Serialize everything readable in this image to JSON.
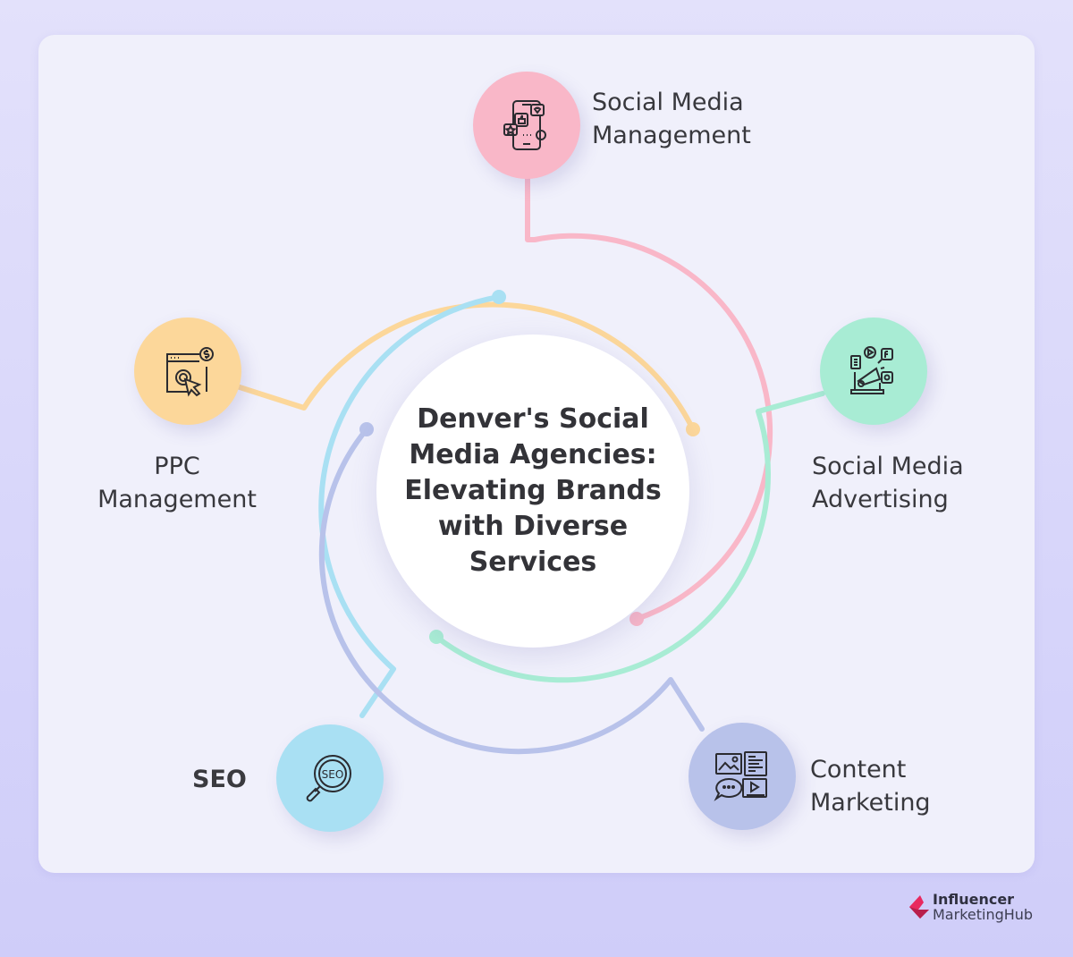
{
  "center": {
    "title": "Denver's Social Media Agencies: Elevating Brands with Diverse Services"
  },
  "services": [
    {
      "id": "social-media-management",
      "label_line1": "Social Media",
      "label_line2": "Management",
      "icon": "smartphone-social-icon",
      "color": "#f9b7c8"
    },
    {
      "id": "ppc-management",
      "label_line1": "PPC",
      "label_line2": "Management",
      "icon": "browser-click-dollar-icon",
      "color": "#fcd79a"
    },
    {
      "id": "social-media-advertising",
      "label_line1": "Social Media",
      "label_line2": "Advertising",
      "icon": "megaphone-laptop-icon",
      "color": "#a8ecd4"
    },
    {
      "id": "seo",
      "label_line1": "SEO",
      "label_line2": "",
      "icon": "magnifier-seo-icon",
      "color": "#a9e0f3"
    },
    {
      "id": "content-marketing",
      "label_line1": "Content",
      "label_line2": "Marketing",
      "icon": "content-grid-icon",
      "color": "#b8c2ea"
    }
  ],
  "seo_icon_text": "SEO",
  "branding": {
    "line1": "Influencer",
    "line2": "MarketingHub",
    "accent": "#e8295f"
  },
  "colors": {
    "background": "#d9d7fa",
    "card": "#f0f0fb",
    "text": "#38383d"
  }
}
